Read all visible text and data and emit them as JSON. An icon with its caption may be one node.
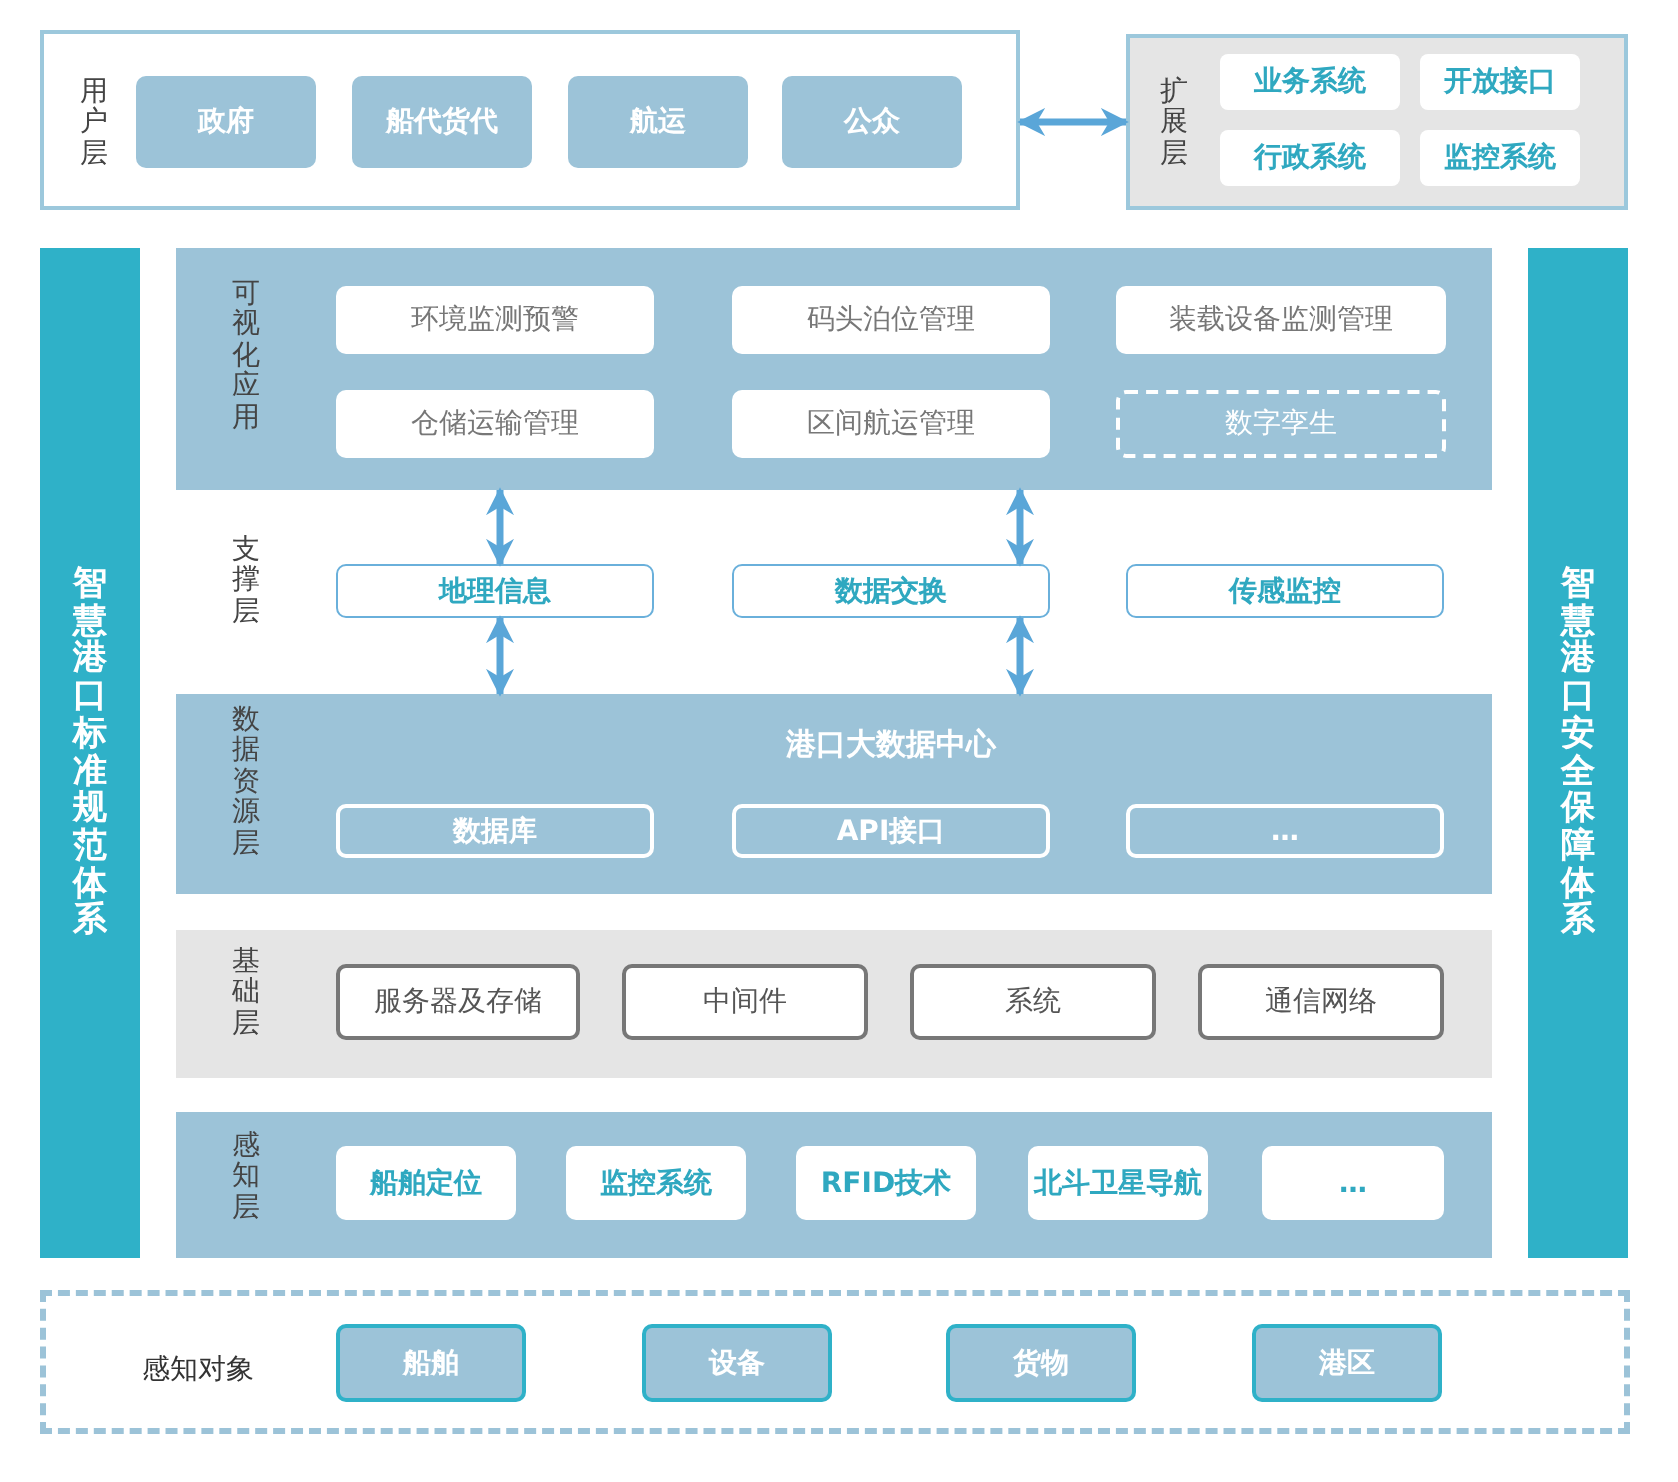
{
  "diagram": {
    "nodes": [
      {
        "text": [
          "用户层"
        ]
      },
      {
        "text": [
          "政府"
        ],
        "in": 0
      },
      {
        "text": [
          "船代货代"
        ],
        "in": 0
      },
      {
        "text": [
          "航运"
        ],
        "in": 0
      },
      {
        "text": [
          "公众"
        ],
        "in": 0
      },
      {
        "text": [
          "扩展层"
        ]
      },
      {
        "text": [
          "业务系统"
        ],
        "in": 5
      },
      {
        "text": [
          "开放接口"
        ],
        "in": 5
      },
      {
        "text": [
          "行政系统"
        ],
        "in": 5
      },
      {
        "text": [
          "监控系统"
        ],
        "in": 5
      },
      {
        "text": [
          "智慧港口标准规范体系"
        ]
      },
      {
        "text": [
          "可视化应用"
        ]
      },
      {
        "text": [
          "环境监测预警"
        ],
        "in": 11
      },
      {
        "text": [
          "码头泊位管理"
        ],
        "in": 11
      },
      {
        "text": [
          "装载设备监测管理"
        ],
        "in": 11
      },
      {
        "text": [
          "仓储运输管理"
        ],
        "in": 11
      },
      {
        "text": [
          "区间航运管理"
        ],
        "in": 11
      },
      {
        "text": [
          "数字孪生"
        ],
        "in": 11
      },
      {
        "text": [
          "支撑层"
        ]
      },
      {
        "text": [
          "地理信息"
        ],
        "in": 18
      },
      {
        "text": [
          "数据交换"
        ],
        "in": 18
      },
      {
        "text": [
          "传感监控"
        ],
        "in": 18
      },
      {
        "text": [
          "数据资源层",
          "港口大数据中心"
        ]
      },
      {
        "text": [
          "数据库"
        ],
        "in": 22
      },
      {
        "text": [
          "API接口"
        ],
        "in": 22
      },
      {
        "text": [
          "…"
        ],
        "in": 22
      },
      {
        "text": [
          "基础层"
        ]
      },
      {
        "text": [
          "服务器及存储"
        ],
        "in": 26
      },
      {
        "text": [
          "中间件"
        ],
        "in": 26
      },
      {
        "text": [
          "系统"
        ],
        "in": 26
      },
      {
        "text": [
          "通信网络"
        ],
        "in": 26
      },
      {
        "text": [
          "感知层"
        ]
      },
      {
        "text": [
          "船舶定位"
        ],
        "in": 31
      },
      {
        "text": [
          "监控系统"
        ],
        "in": 31
      },
      {
        "text": [
          "RFID技术"
        ],
        "in": 31
      },
      {
        "text": [
          "北斗卫星导航"
        ],
        "in": 31
      },
      {
        "text": [
          "…"
        ],
        "in": 31
      },
      {
        "text": [
          "智慧港口安全保障体系"
        ]
      },
      {
        "text": [
          "感知对象"
        ]
      },
      {
        "text": [
          "船舶"
        ],
        "in": 38
      },
      {
        "text": [
          "设备"
        ],
        "in": 38
      },
      {
        "text": [
          "货物"
        ],
        "in": 38
      },
      {
        "text": [
          "港区"
        ],
        "in": 38
      }
    ],
    "edges": [
      {
        "from": 0,
        "to": 5,
        "arrow": "both"
      },
      {
        "from": 11,
        "to": 19,
        "arrow": "both"
      },
      {
        "from": 19,
        "to": 22,
        "arrow": "both"
      },
      {
        "from": 11,
        "to": 20,
        "arrow": "both"
      },
      {
        "from": 20,
        "to": 22,
        "arrow": "both"
      }
    ]
  }
}
